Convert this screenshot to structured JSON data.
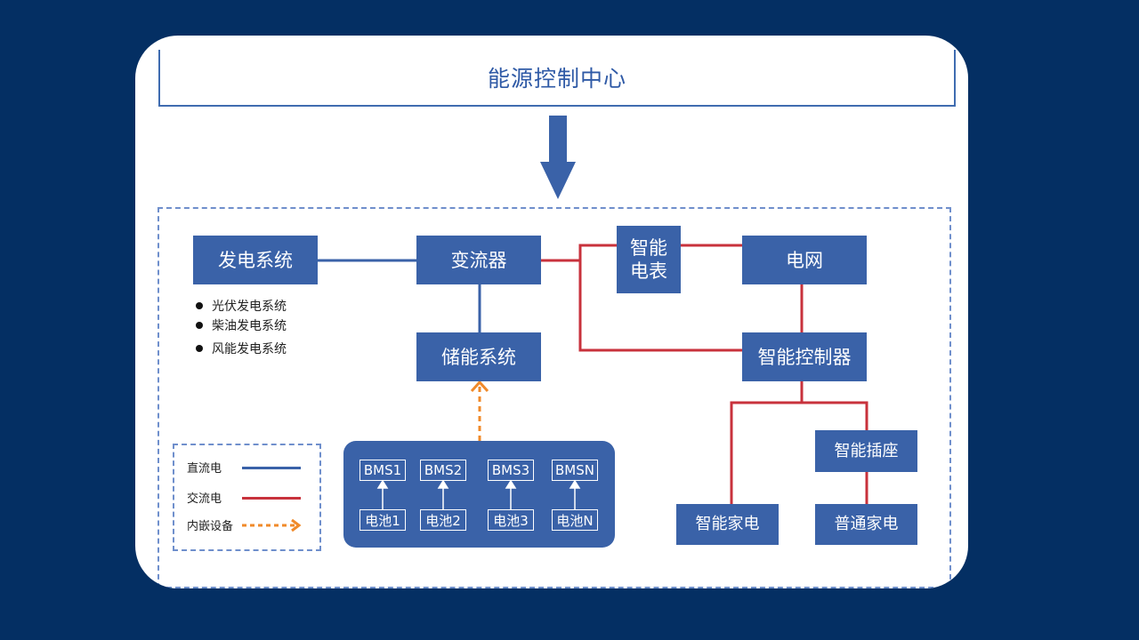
{
  "header": {
    "title": "能源控制中心"
  },
  "nodes": {
    "power_gen": "发电系统",
    "converter": "变流器",
    "smart_meter": "智能\n电表",
    "grid": "电网",
    "storage": "储能系统",
    "smart_controller": "智能控制器",
    "smart_socket": "智能插座",
    "smart_appliance": "智能家电",
    "normal_appliance": "普通家电"
  },
  "power_gen_types": [
    "光伏发电系统",
    "柴油发电系统",
    "风能发电系统"
  ],
  "legend": {
    "dc": "直流电",
    "ac": "交流电",
    "embedded": "内嵌设备"
  },
  "bms": [
    {
      "bms": "BMS1",
      "battery": "电池1"
    },
    {
      "bms": "BMS2",
      "battery": "电池2"
    },
    {
      "bms": "BMS3",
      "battery": "电池3"
    },
    {
      "bms": "BMSN",
      "battery": "电池N"
    }
  ],
  "colors": {
    "dc": "#3a62a8",
    "ac": "#c8323c",
    "embedded": "#f08a2a",
    "background": "#042f63"
  }
}
